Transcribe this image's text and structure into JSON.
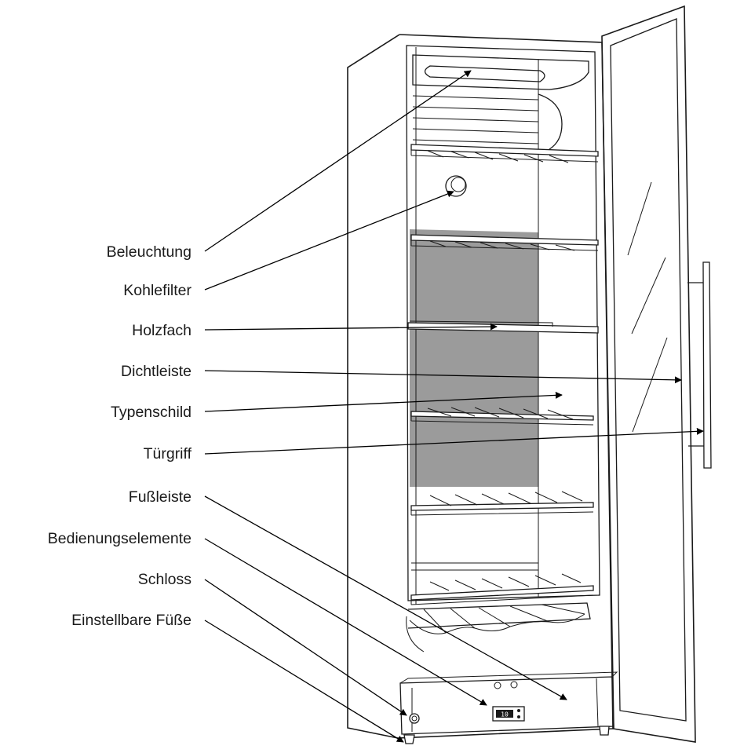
{
  "labels": [
    {
      "id": "beleuchtung",
      "text": "Beleuchtung"
    },
    {
      "id": "kohlefilter",
      "text": "Kohlefilter"
    },
    {
      "id": "holzfach",
      "text": "Holzfach"
    },
    {
      "id": "dichtleiste",
      "text": "Dichtleiste"
    },
    {
      "id": "typenschild",
      "text": "Typenschild"
    },
    {
      "id": "tuergriff",
      "text": "Türgriff"
    },
    {
      "id": "fussleiste",
      "text": "Fußleiste"
    },
    {
      "id": "bedienungselemente",
      "text": "Bedienungselemente"
    },
    {
      "id": "schloss",
      "text": "Schloss"
    },
    {
      "id": "fuesse",
      "text": "Einstellbare Füße"
    }
  ],
  "display": {
    "readout": "10"
  },
  "colors": {
    "line": "#1a1a1a",
    "back_panel": "#9b9b9b",
    "background": "#ffffff"
  }
}
